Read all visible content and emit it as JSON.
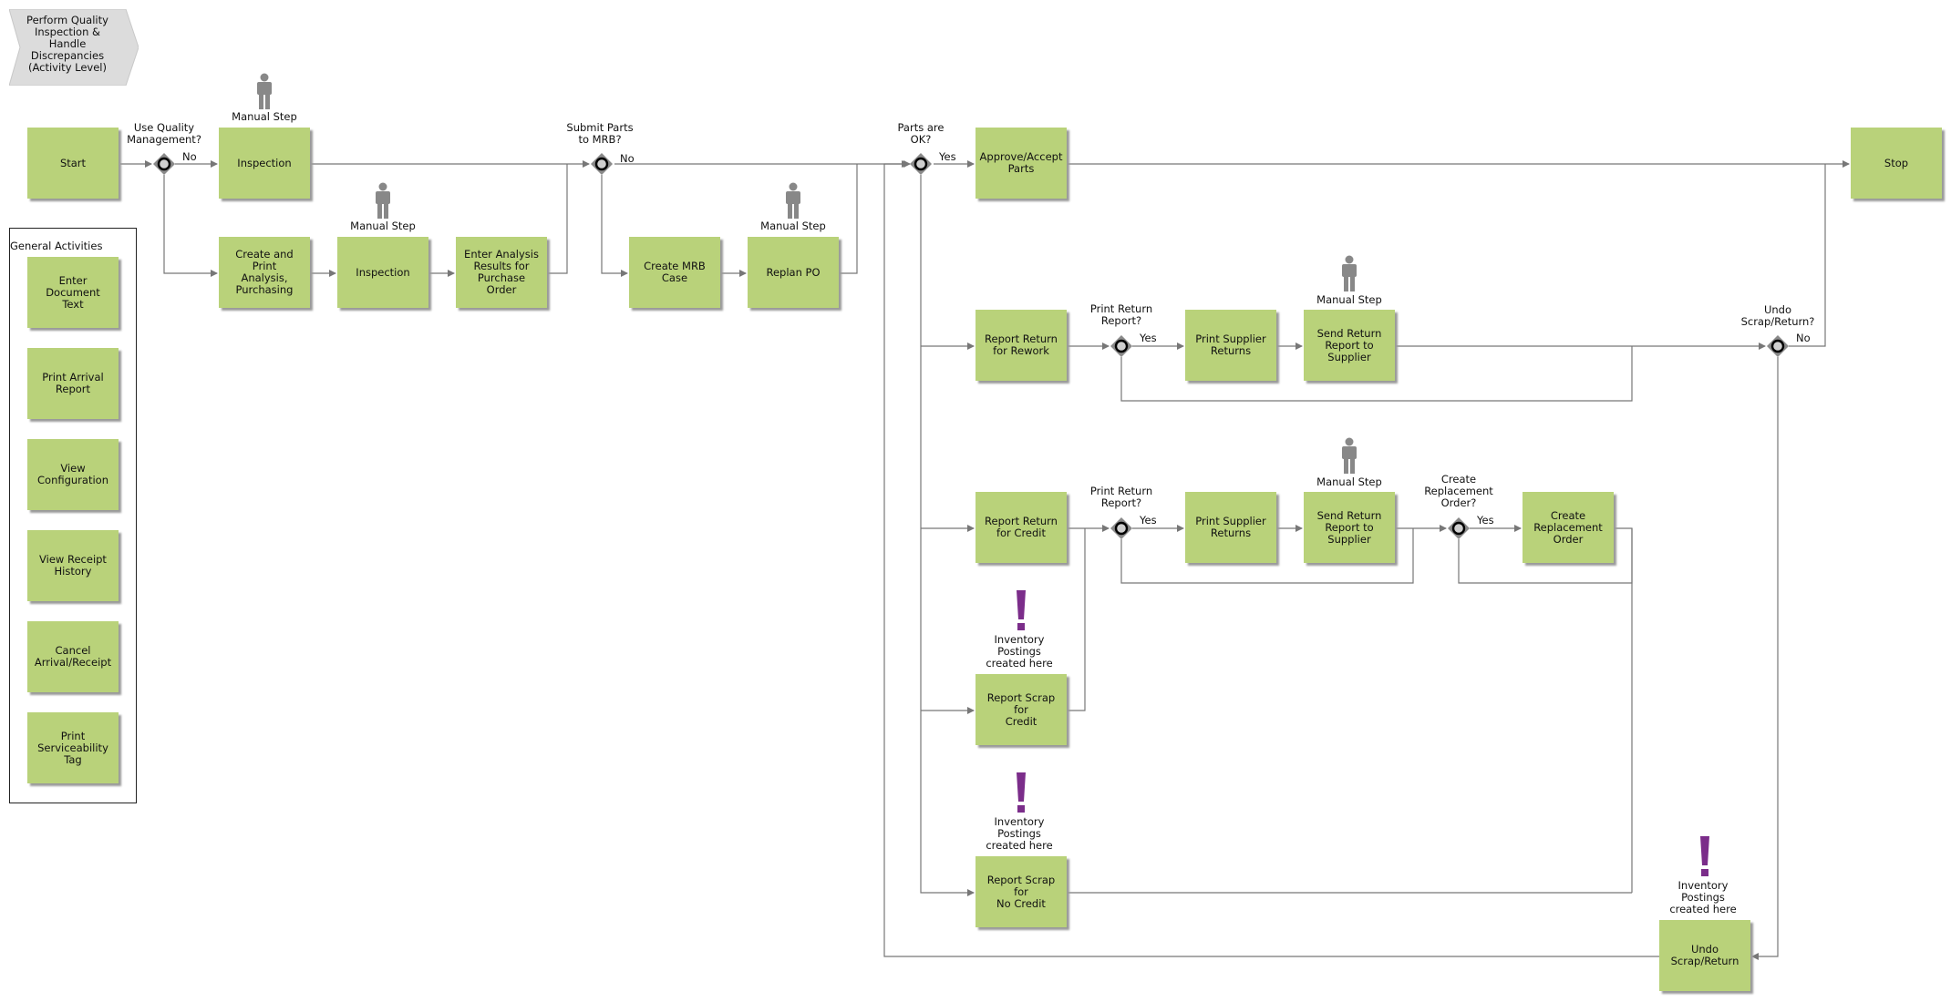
{
  "title": "Perform Quality\nInspection &\nHandle\nDiscrepancies\n(Activity Level)",
  "general_activities": {
    "title": "General Activities",
    "items": [
      "Enter Document\nText",
      "Print Arrival\nReport",
      "View\nConfiguration",
      "View Receipt\nHistory",
      "Cancel\nArrival/Receipt",
      "Print\nServiceability\nTag"
    ]
  },
  "steps": {
    "start": "Start",
    "inspection_1": "Inspection",
    "create_print": "Create and Print\nAnalysis,\nPurchasing",
    "inspection_2": "Inspection",
    "enter_analysis": "Enter Analysis\nResults for\nPurchase Order",
    "create_mrb": "Create MRB\nCase",
    "replan_po": "Replan PO",
    "approve": "Approve/Accept\nParts",
    "stop": "Stop",
    "report_rework": "Report Return\nfor Rework",
    "print_supplier_1": "Print Supplier\nReturns",
    "send_return_1": "Send Return\nReport to\nSupplier",
    "report_credit": "Report Return\nfor Credit",
    "print_supplier_2": "Print Supplier\nReturns",
    "send_return_2": "Send Return\nReport to\nSupplier",
    "create_replacement": "Create\nReplacement\nOrder",
    "report_scrap_credit": "Report Scrap for\nCredit",
    "report_scrap_no_credit": "Report Scrap for\nNo Credit",
    "undo_scrap": "Undo\nScrap/Return"
  },
  "gateways": {
    "quality_mgmt": "Use Quality\nManagement?",
    "submit_mrb": "Submit Parts\nto MRB?",
    "parts_ok": "Parts are\nOK?",
    "print_return_1": "Print Return\nReport?",
    "print_return_2": "Print Return\nReport?",
    "create_replacement_q": "Create\nReplacement\nOrder?",
    "undo_scrap_q": "Undo\nScrap/Return?"
  },
  "branch_labels": {
    "no_1": "No",
    "no_2": "No",
    "yes_1": "Yes",
    "yes_2": "Yes",
    "yes_3": "Yes",
    "yes_4": "Yes",
    "no_3": "No"
  },
  "annotations": {
    "manual_1": "Manual Step",
    "manual_2": "Manual Step",
    "manual_3": "Manual Step",
    "manual_4": "Manual Step",
    "manual_5": "Manual Step",
    "inventory_1": "Inventory\nPostings\ncreated here",
    "inventory_2": "Inventory\nPostings\ncreated here",
    "inventory_3": "Inventory\nPostings\ncreated here"
  },
  "colors": {
    "activity": "#b9d27a",
    "exclamation": "#7b2d8a",
    "person": "#888888",
    "gateway": "#8a8a8a",
    "line": "#777777"
  }
}
